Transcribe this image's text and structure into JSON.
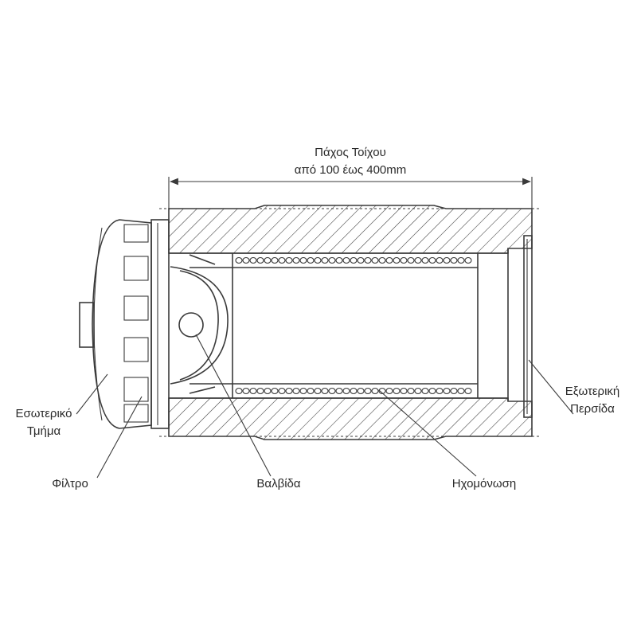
{
  "dimension": {
    "line1": "Πάχος Τοίχου",
    "line2": "από 100 έως 400mm"
  },
  "labels": {
    "internal_part_1": "Εσωτερικό",
    "internal_part_2": "Τμήμα",
    "filter": "Φίλτρο",
    "valve": "Βαλβίδα",
    "soundproofing": "Ηχομόνωση",
    "external_louver_1": "Εξωτερική",
    "external_louver_2": "Περσίδα"
  },
  "colors": {
    "line": "#3a3a3a",
    "background": "#ffffff"
  }
}
